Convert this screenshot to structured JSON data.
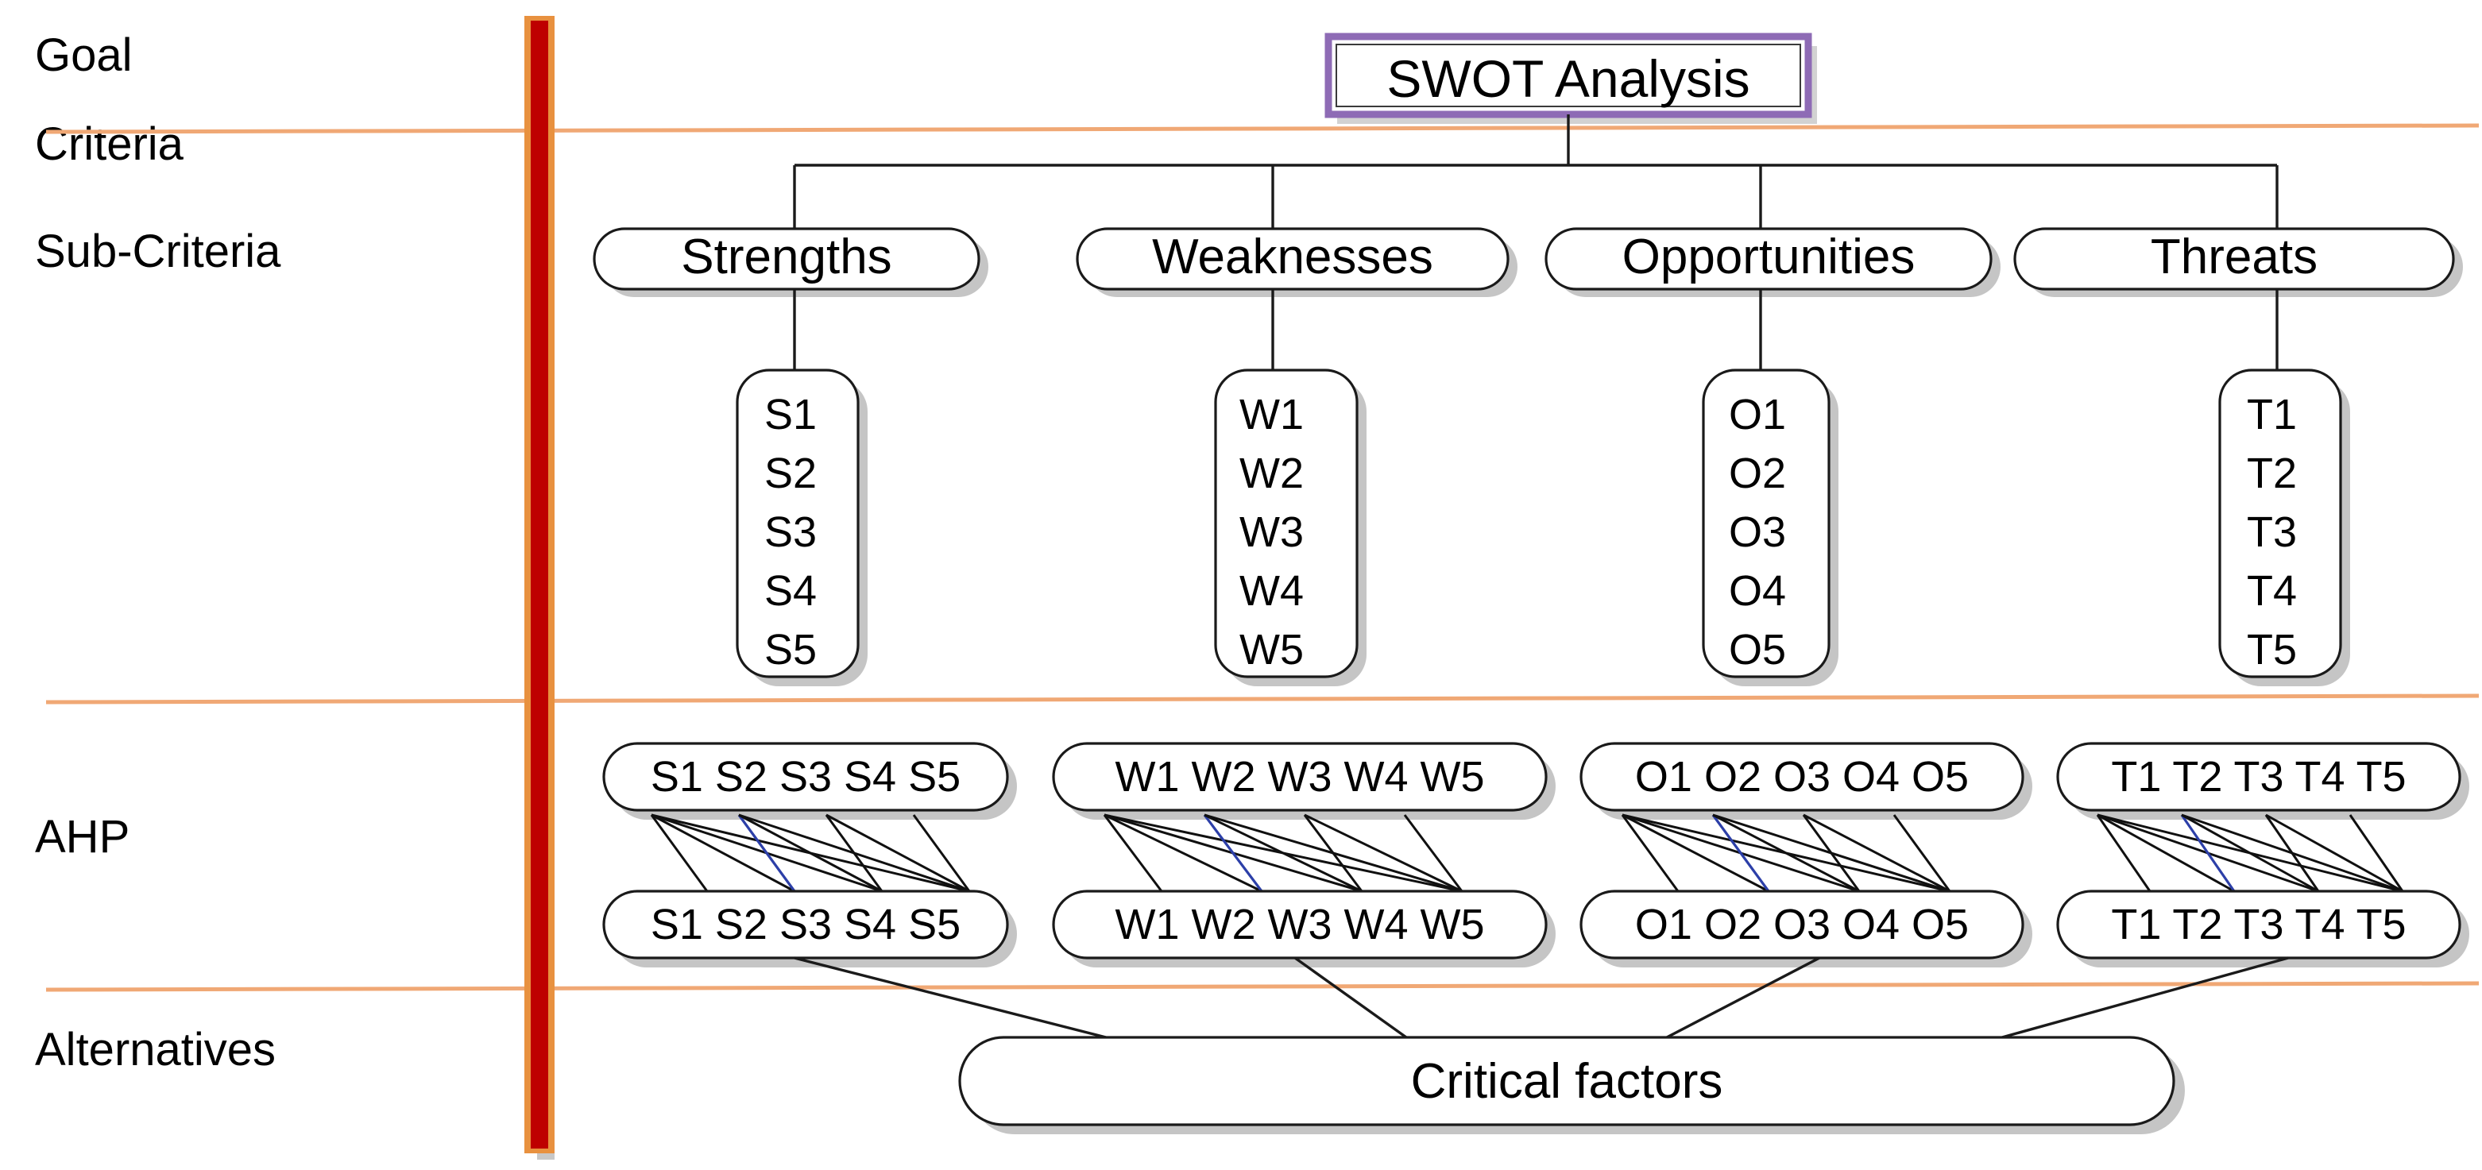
{
  "diagram": {
    "title": "SWOT Analysis hierarchy",
    "type": "hierarchy",
    "colors": {
      "goal_box_border": "#8e6bb5",
      "divider_line": "#e8833a",
      "spine_bar_fill": "#be0000",
      "spine_bar_border": "#e8913f",
      "node_border": "#1a1a1a",
      "node_shadow": "#8c8c8c",
      "network_line": "#101010",
      "network_line_highlight": "#2c3fa8"
    }
  },
  "row_labels": [
    {
      "id": "goal",
      "label": "Goal"
    },
    {
      "id": "criteria",
      "label": "Criteria"
    },
    {
      "id": "sub-criteria",
      "label": "Sub-Criteria"
    },
    {
      "id": "ahp",
      "label": "AHP"
    },
    {
      "id": "alternatives",
      "label": "Alternatives"
    }
  ],
  "goal": {
    "label": "SWOT Analysis"
  },
  "criteria": [
    {
      "id": "strengths",
      "label": "Strengths"
    },
    {
      "id": "weaknesses",
      "label": "Weaknesses"
    },
    {
      "id": "opportunities",
      "label": "Opportunities"
    },
    {
      "id": "threats",
      "label": "Threats"
    }
  ],
  "sub_criteria": [
    {
      "id": "strengths",
      "items": [
        "S1",
        "S2",
        "S3",
        "S4",
        "S5"
      ]
    },
    {
      "id": "weaknesses",
      "items": [
        "W1",
        "W2",
        "W3",
        "W4",
        "W5"
      ]
    },
    {
      "id": "opportunities",
      "items": [
        "O1",
        "O2",
        "O3",
        "O4",
        "O5"
      ]
    },
    {
      "id": "threats",
      "items": [
        "T1",
        "T2",
        "T3",
        "T4",
        "T5"
      ]
    }
  ],
  "ahp": [
    {
      "id": "strengths",
      "top_label": "S1 S2 S3 S4 S5",
      "bottom_label": "S1 S2 S3 S4 S5",
      "items": [
        "S1",
        "S2",
        "S3",
        "S4",
        "S5"
      ]
    },
    {
      "id": "weaknesses",
      "top_label": "W1 W2 W3 W4 W5",
      "bottom_label": "W1 W2 W3 W4 W5",
      "items": [
        "W1",
        "W2",
        "W3",
        "W4",
        "W5"
      ]
    },
    {
      "id": "opportunities",
      "top_label": "O1 O2 O3 O4 O5",
      "bottom_label": "O1 O2 O3 O4 O5",
      "items": [
        "O1",
        "O2",
        "O3",
        "O4",
        "O5"
      ]
    },
    {
      "id": "threats",
      "top_label": "T1 T2 T3 T4 T5",
      "bottom_label": "T1 T2 T3 T4 T5",
      "items": [
        "T1",
        "T2",
        "T3",
        "T4",
        "T5"
      ]
    }
  ],
  "alternatives": {
    "label": "Critical factors"
  }
}
